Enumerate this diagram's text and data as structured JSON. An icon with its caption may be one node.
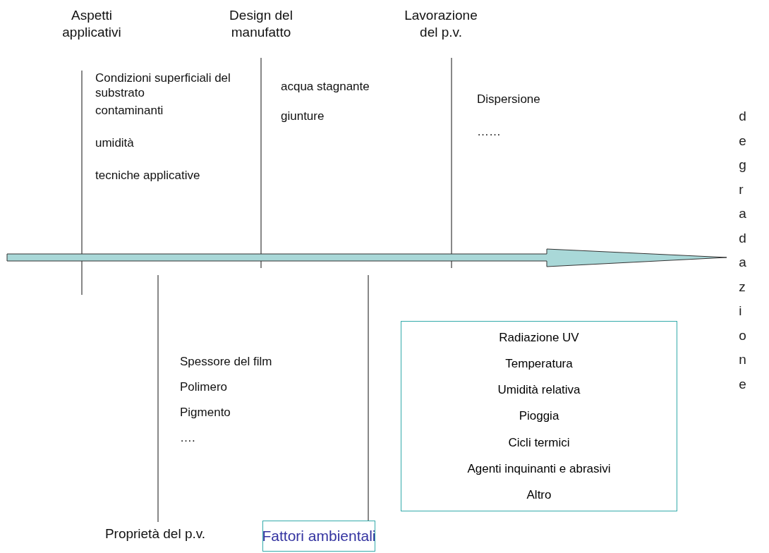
{
  "diagram": {
    "nodes": [
      {
        "text": [
          "Aspetti applicativi"
        ],
        "beside": [
          "Condizioni superficiali del substrato",
          "contaminanti",
          "umidità",
          "tecniche applicative"
        ]
      },
      {
        "text": [
          "Design del manufatto"
        ],
        "beside": [
          "acqua stagnante",
          "giunture"
        ]
      },
      {
        "text": [
          "Lavorazione del p.v."
        ],
        "beside": [
          "Dispersione",
          "……"
        ]
      },
      {
        "text": [
          "Proprietà del p.v."
        ],
        "beside": [
          "Spessore del film",
          "Polimero",
          "Pigmento",
          "…."
        ]
      },
      {
        "text": [
          "Fattori ambientali"
        ]
      },
      {
        "text": [
          "Radiazione UV",
          "Temperatura",
          "Umidità relativa",
          "Pioggia",
          "Cicli termici",
          "Agenti inquinanti e abrasivi",
          "Altro"
        ]
      },
      {
        "text": [
          "degradazione"
        ]
      }
    ],
    "edges": [
      {
        "from": 0,
        "to": null,
        "arrow": "none"
      },
      {
        "from": 1,
        "to": null,
        "arrow": "none"
      },
      {
        "from": 2,
        "to": null,
        "arrow": "none"
      },
      {
        "from": 3,
        "to": null,
        "arrow": "none"
      },
      {
        "from": 4,
        "to": null,
        "arrow": "none"
      },
      {
        "from": null,
        "to": 6,
        "arrow": "to",
        "style": "thick",
        "color": "#a9d8d8"
      }
    ]
  }
}
